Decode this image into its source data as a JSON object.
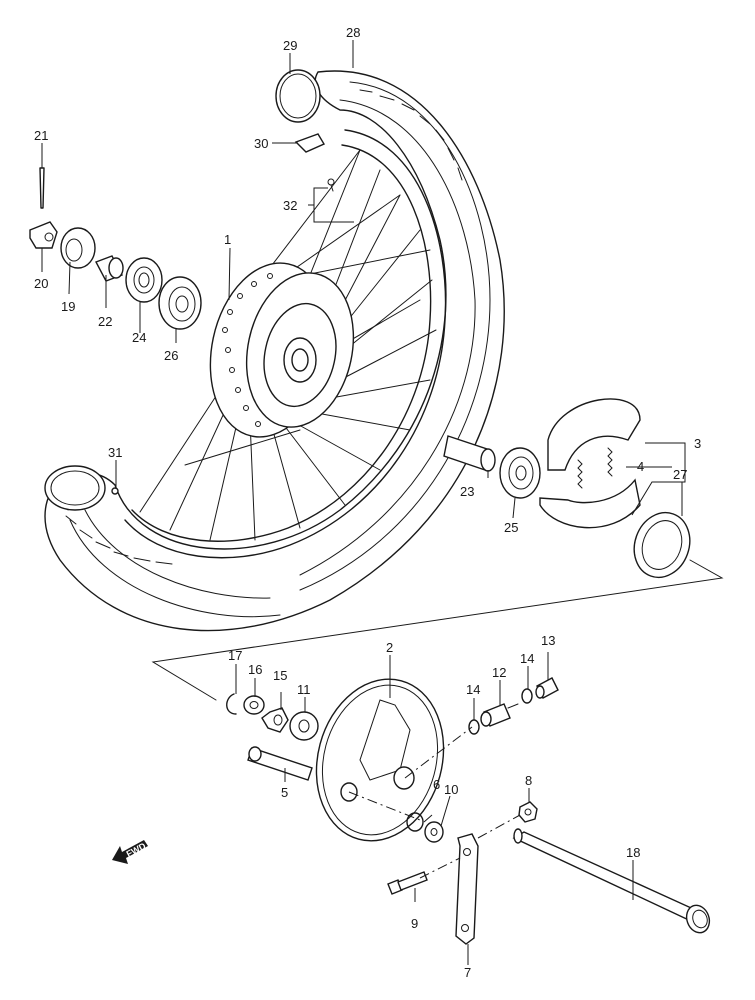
{
  "diagram": {
    "type": "exploded-parts-view",
    "subject": "front wheel assembly",
    "direction_marker": "FWD",
    "parts": [
      {
        "ref": "1",
        "name": "hub"
      },
      {
        "ref": "2",
        "name": "brake panel"
      },
      {
        "ref": "3",
        "name": "brake shoe set"
      },
      {
        "ref": "4",
        "name": "shoe spring"
      },
      {
        "ref": "5",
        "name": "brake cam shaft"
      },
      {
        "ref": "6",
        "name": "o-ring"
      },
      {
        "ref": "7",
        "name": "brake cam lever"
      },
      {
        "ref": "8",
        "name": "nut"
      },
      {
        "ref": "9",
        "name": "bolt"
      },
      {
        "ref": "10",
        "name": "washer"
      },
      {
        "ref": "11",
        "name": "wear indicator"
      },
      {
        "ref": "12",
        "name": "speedometer gear"
      },
      {
        "ref": "13",
        "name": "speedometer drive bushing"
      },
      {
        "ref": "14",
        "name": "washer"
      },
      {
        "ref": "15",
        "name": "indicator plate"
      },
      {
        "ref": "16",
        "name": "washer"
      },
      {
        "ref": "17",
        "name": "circlip"
      },
      {
        "ref": "18",
        "name": "front axle"
      },
      {
        "ref": "19",
        "name": "dust seal"
      },
      {
        "ref": "20",
        "name": "axle nut"
      },
      {
        "ref": "21",
        "name": "cotter pin"
      },
      {
        "ref": "22",
        "name": "spacer"
      },
      {
        "ref": "23",
        "name": "spacer"
      },
      {
        "ref": "24",
        "name": "bearing"
      },
      {
        "ref": "25",
        "name": "bearing"
      },
      {
        "ref": "26",
        "name": "bearing"
      },
      {
        "ref": "27",
        "name": "oil seal"
      },
      {
        "ref": "28",
        "name": "tire"
      },
      {
        "ref": "29",
        "name": "tube"
      },
      {
        "ref": "30",
        "name": "rim band"
      },
      {
        "ref": "31",
        "name": "valve"
      },
      {
        "ref": "32",
        "name": "spoke set"
      }
    ]
  }
}
